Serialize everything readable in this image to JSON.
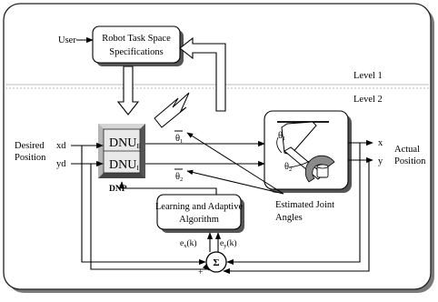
{
  "diagram": {
    "user_label": "User",
    "task_box": {
      "line1": "Robot Task Space",
      "line2": "Specifications"
    },
    "level1": "Level 1",
    "level2": "Level 2",
    "dnu_e": {
      "main": "DNU",
      "sub": "E"
    },
    "dnu_i": {
      "main": "DNU",
      "sub": "I"
    },
    "dnp_label": "DNP",
    "theta1_bar": {
      "sym": "θ",
      "sub": "1"
    },
    "theta2_bar": {
      "sym": "θ",
      "sub": "2"
    },
    "robot_theta1": {
      "sym": "θ",
      "sub": "1"
    },
    "robot_theta2": {
      "sym": "θ",
      "sub": "2"
    },
    "desired_position": {
      "line1": "Desired",
      "line2": "Position"
    },
    "xd": "xd",
    "yd": "yd",
    "x_out": "x",
    "y_out": "y",
    "actual_position": {
      "line1": "Actual",
      "line2": "Position"
    },
    "learning_box": {
      "line1": "Learning and Adaptive",
      "line2": "Algorithm"
    },
    "estimated": {
      "line1": "Estimated Joint",
      "line2": "Angles"
    },
    "ex": "e",
    "ex_sub": "x",
    "ex_arg": "(k)",
    "ey": "e",
    "ey_sub": "y",
    "ey_arg": "(k)",
    "sum_symbol": "Σ",
    "plus": "+",
    "minus": "-"
  }
}
